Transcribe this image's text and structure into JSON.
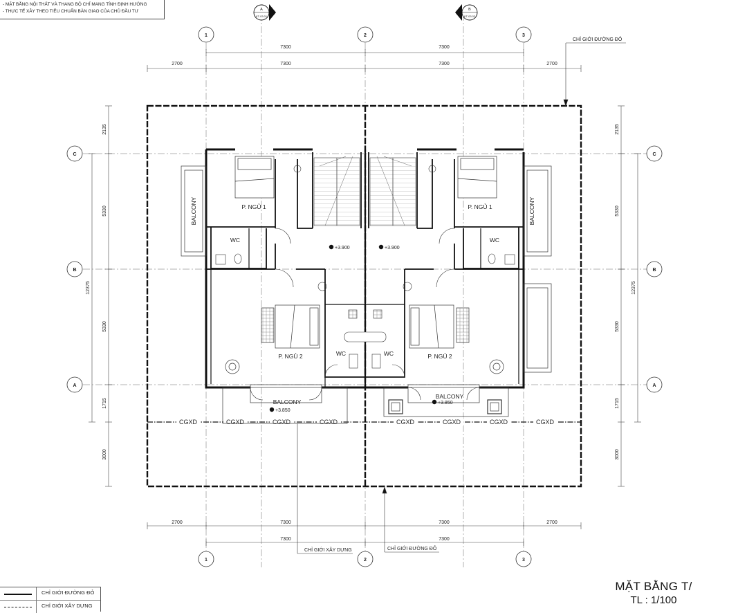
{
  "notes": [
    "- MẶT BẰNG NỘI THẤT VÀ THANG BỘ CHỈ MANG TÍNH ĐỊNH HƯỚNG",
    "- THỰC TẾ XÂY THEO TIÊU CHUẨN BÀN GIAO CỦA CHỦ ĐẦU TƯ"
  ],
  "section_marks": {
    "left": {
      "letter": "A",
      "ref": "KT-03.01"
    },
    "right": {
      "letter": "B",
      "ref": "KT-03.02"
    }
  },
  "grid_axes": {
    "vertical": [
      "1",
      "2",
      "3"
    ],
    "horizontal": [
      "C",
      "B",
      "A"
    ]
  },
  "dimensions": {
    "top_overall": [
      "7300",
      "7300"
    ],
    "top_detail": [
      "2700",
      "7300",
      "7300",
      "2700"
    ],
    "bottom_detail": [
      "2700",
      "7300",
      "7300",
      "2700"
    ],
    "bottom_overall": [
      "7300",
      "7300"
    ],
    "side_detail": [
      "2135",
      "5330",
      "5330",
      "1715",
      "3000"
    ],
    "side_overall": "12375"
  },
  "boundary_labels": {
    "red_line": "CHỈ GIỚI ĐƯỜNG ĐỎ",
    "build_line": "CHỈ GIỚI XÂY DỰNG"
  },
  "rooms": {
    "bedroom1": "P. NGỦ 1",
    "bedroom2": "P. NGỦ 2",
    "wc": "WC",
    "balcony": "BALCONY"
  },
  "levels": {
    "hall": "+3.900",
    "balcony": "+3.850"
  },
  "cgxd_label": "CGXD",
  "legend": [
    {
      "style": "thick",
      "label": "CHỈ GIỚI ĐƯỜNG ĐỎ"
    },
    {
      "style": "dash",
      "label": "CHỈ GIỚI XÂY DỰNG"
    }
  ],
  "title": {
    "main": "MẶT BẰNG T/",
    "scale": "TL : 1/100"
  },
  "colors": {
    "line": "#111111",
    "grid": "#555555",
    "hatch": "#9a9a9a"
  }
}
